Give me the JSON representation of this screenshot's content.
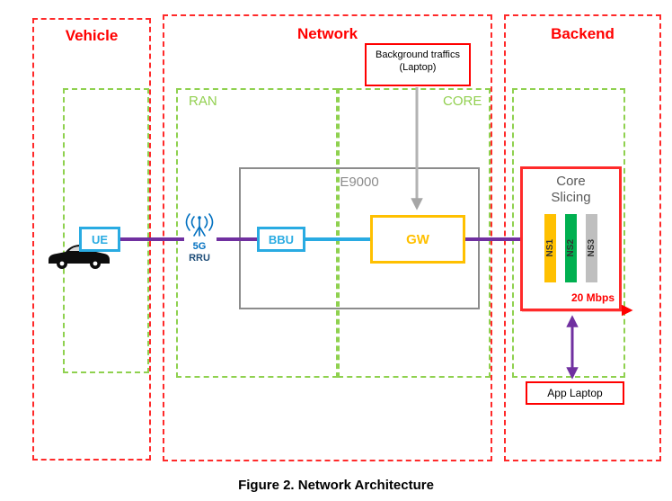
{
  "caption": "Figure 2. Network Architecture",
  "sections": {
    "vehicle": "Vehicle",
    "network": "Network",
    "backend": "Backend"
  },
  "zones": {
    "ran": "RAN",
    "core": "CORE"
  },
  "vehicle": {
    "ue": "UE"
  },
  "network": {
    "rru_line1": "5G",
    "rru_line2": "RRU",
    "bbu": "BBU",
    "e9000": "E9000",
    "gw": "GW",
    "background_traffic": "Background traffics (Laptop)"
  },
  "backend": {
    "core_slicing_title": "Core Slicing",
    "slices": [
      "NS1",
      "NS2",
      "NS3"
    ],
    "bandwidth": "20 Mbps",
    "app_laptop": "App Laptop"
  },
  "colors": {
    "section_border": "#ff0000",
    "zone_border": "#92d050",
    "link_purple": "#7030a0",
    "link_cyan": "#29abe2",
    "gold": "#ffc000",
    "slice_green": "#00b050",
    "slice_gray": "#bfbfbf",
    "gray": "#8c8c8c",
    "red": "#ff0000",
    "blue_icon": "#0070c0"
  }
}
